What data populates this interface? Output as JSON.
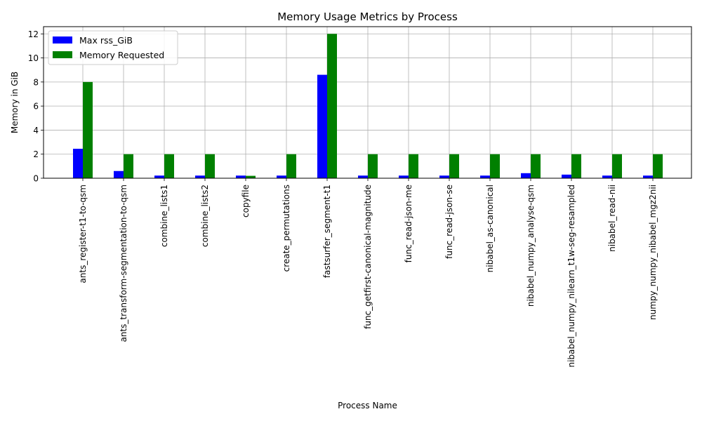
{
  "chart_data": {
    "type": "bar",
    "title": "Memory Usage Metrics by Process",
    "xlabel": "Process Name",
    "ylabel": "Memory in GiB",
    "ylim": [
      0,
      12.6
    ],
    "yticks": [
      0,
      2,
      4,
      6,
      8,
      10,
      12
    ],
    "grid": true,
    "legend_position": "top-left",
    "categories": [
      "ants_register-t1-to-qsm",
      "ants_transform-segmentation-to-qsm",
      "combine_lists1",
      "combine_lists2",
      "copyfile",
      "create_permutations",
      "fastsurfer_segment-t1",
      "func_getfirst-canonical-magnitude",
      "func_read-json-me",
      "func_read-json-se",
      "nibabel_as-canonical",
      "nibabel_numpy_analyse-qsm",
      "nibabel_numpy_nilearn_t1w-seg-resampled",
      "nibabel_read-nii",
      "numpy_numpy_nibabel_mgz2nii"
    ],
    "series": [
      {
        "name": "Max rss_GiB",
        "color": "#0000ff",
        "values": [
          2.45,
          0.6,
          0.22,
          0.22,
          0.22,
          0.22,
          8.6,
          0.22,
          0.22,
          0.22,
          0.22,
          0.42,
          0.3,
          0.22,
          0.22
        ]
      },
      {
        "name": "Memory Requested",
        "color": "#008000",
        "values": [
          8,
          2,
          2,
          2,
          0.2,
          2,
          12,
          2,
          2,
          2,
          2,
          2,
          2,
          2,
          2
        ]
      }
    ]
  }
}
